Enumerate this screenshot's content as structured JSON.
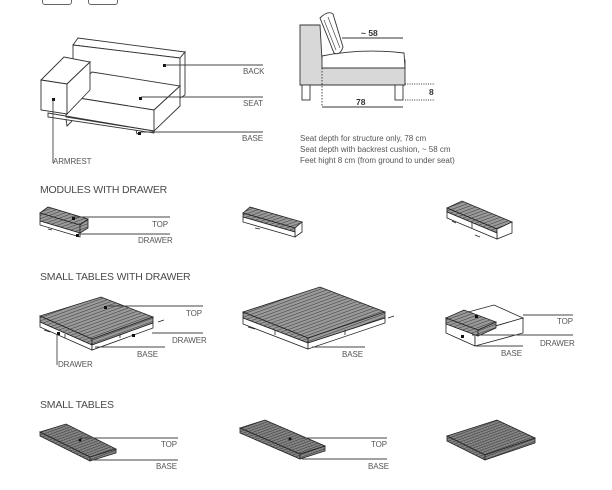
{
  "top_tabs": [
    "",
    ""
  ],
  "sofa": {
    "labels": {
      "back": "BACK",
      "seat": "SEAT",
      "base": "BASE",
      "armrest": "ARMREST"
    }
  },
  "profile": {
    "dim_backrest_depth": "~ 58",
    "dim_seat_depth": "78",
    "dim_feet_height": "8",
    "notes": [
      "Seat depth for structure only, 78 cm",
      "Seat depth with backrest cushion, ~ 58 cm",
      "Feet hight 8 cm (from ground to under seat)"
    ]
  },
  "sections": {
    "modules_with_drawer": {
      "title": "MODULES WITH DRAWER",
      "labels": {
        "top": "TOP",
        "drawer": "DRAWER"
      }
    },
    "small_tables_with_drawer": {
      "title": "SMALL TABLES WITH DRAWER",
      "labels": {
        "top": "TOP",
        "drawer": "DRAWER",
        "base": "BASE",
        "drawer_left": "DRAWER",
        "base_mid": "BASE",
        "top_right": "TOP",
        "drawer_right": "DRAWER",
        "base_right": "BASE"
      }
    },
    "small_tables": {
      "title": "SMALL TABLES",
      "labels": {
        "top": "TOP",
        "base": "BASE",
        "top_mid": "TOP",
        "base_mid": "BASE"
      }
    }
  }
}
